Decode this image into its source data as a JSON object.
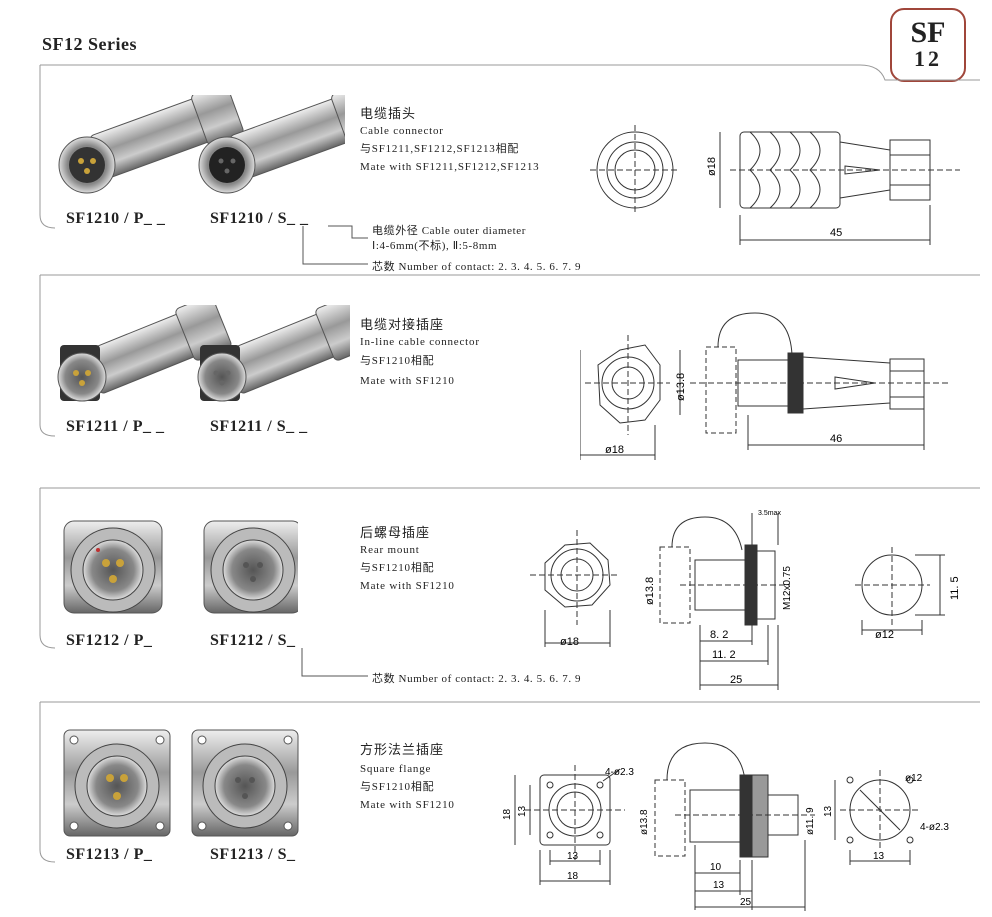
{
  "series_title": "SF12  Series",
  "badge": {
    "top": "SF",
    "bottom": "12"
  },
  "sections": [
    {
      "cn": "电缆插头",
      "en": "Cable   connector",
      "mate_cn": "与SF1211,SF1212,SF1213相配",
      "mate_en": "Mate with SF1211,SF1212,SF1213",
      "part_p": "SF1210 / P_ _",
      "part_s": "SF1210 / S_ _",
      "note1": "电缆外径 Cable outer diameter",
      "note2": "Ⅰ:4-6mm(不标),  Ⅱ:5-8mm",
      "note3": "芯数 Number  of  contact: 2. 3. 4. 5. 6. 7. 9",
      "dims": {
        "d1": "ø18",
        "d2": "45"
      }
    },
    {
      "cn": "电缆对接插座",
      "en": "In-line cable connector",
      "mate_cn": "与SF1210相配",
      "mate_en": "Mate  with  SF1210",
      "part_p": "SF1211 / P_ _",
      "part_s": "SF1211 / S_ _",
      "dims": {
        "d1": "ø13.8",
        "d2": "ø18",
        "d3": "46"
      }
    },
    {
      "cn": "后螺母插座",
      "en": "Rear mount",
      "mate_cn": "与SF1210相配",
      "mate_en": "Mate with  SF1210",
      "part_p": "SF1212 / P_",
      "part_s": "SF1212 / S_",
      "note3": "芯数 Number  of  contact: 2. 3. 4. 5. 6. 7. 9",
      "dims": {
        "d1": "ø13.8",
        "d2": "ø18",
        "d3": "3.5max",
        "d4": "M12x0.75",
        "d5": "8. 2",
        "d6": "11. 2",
        "d7": "25",
        "d8": "11. 5",
        "d9": "ø12"
      }
    },
    {
      "cn": "方形法兰插座",
      "en": "Square flange",
      "mate_cn": "与SF1210相配",
      "mate_en": "Mate with  SF1210",
      "part_p": "SF1213 / P_",
      "part_s": "SF1213 / S_",
      "dims": {
        "d1": "4-ø2.3",
        "d2": "18",
        "d3": "13",
        "d4": "13",
        "d5": "18",
        "d6": "ø13.8",
        "d7": "ø11. 9",
        "d8": "10",
        "d9": "13",
        "d10": "25",
        "d11": "ø12",
        "d12": "4-ø2.3",
        "d13": "13",
        "d14": "13"
      }
    }
  ]
}
